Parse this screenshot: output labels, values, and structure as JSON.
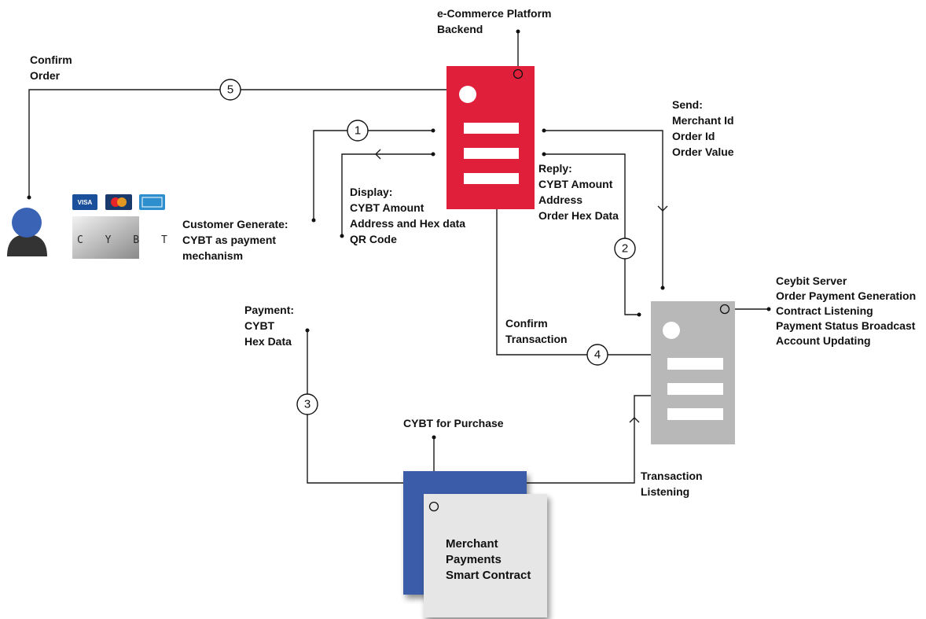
{
  "labels": {
    "confirm_order": [
      "Confirm",
      "Order"
    ],
    "backend": [
      "e-Commerce Platform",
      "Backend"
    ],
    "send": [
      "Send:",
      "Merchant Id",
      "Order Id",
      "Order Value"
    ],
    "reply": [
      "Reply:",
      "CYBT Amount",
      "Address",
      "Order Hex Data"
    ],
    "display": [
      "Display:",
      "CYBT Amount",
      "Address and Hex data",
      "QR Code"
    ],
    "customer_generate": [
      "Customer Generate:",
      "CYBT as payment",
      "mechanism"
    ],
    "ceybit_server": [
      "Ceybit Server",
      "Order Payment Generation",
      "Contract Listening",
      "Payment Status Broadcast",
      "Account Updating"
    ],
    "payment": [
      "Payment:",
      "CYBT",
      "Hex Data"
    ],
    "confirm_transaction": [
      "Confirm",
      "Transaction"
    ],
    "cybt_for_purchase": [
      "CYBT for Purchase"
    ],
    "transaction_listening": [
      "Transaction",
      "Listening"
    ],
    "smart_contract": [
      "Merchant",
      "Payments",
      "Smart Contract"
    ]
  },
  "steps": [
    "1",
    "2",
    "3",
    "4",
    "5"
  ],
  "payment_cards": {
    "visa": "VISA",
    "cybt_logo": "C Y B T"
  },
  "colors": {
    "backend_server": "#e0203b",
    "ceybit_server": "#b8b8b8",
    "contract_back": "#3a5ba8",
    "contract_front": "#e6e6e6",
    "user": "#3a63b5",
    "user_body": "#333333",
    "line": "#1a1a1a"
  }
}
